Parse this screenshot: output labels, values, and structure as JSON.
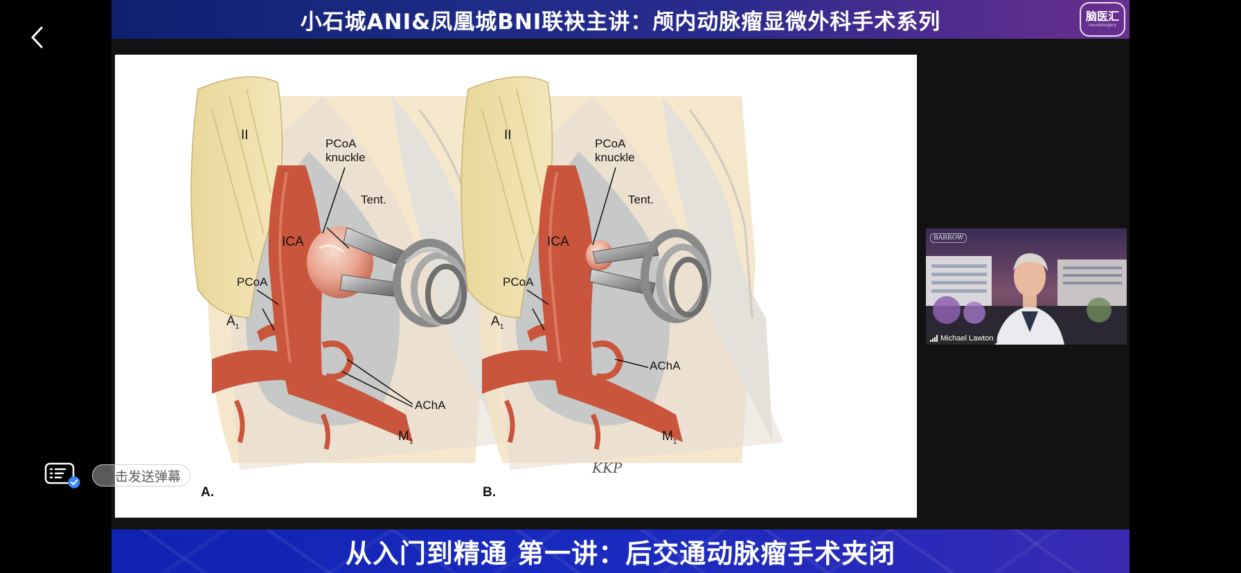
{
  "header": {
    "title": "小石城ANI&凤凰城BNI联袂主讲：颅内动脉瘤显微外科手术系列",
    "logo_main": "脑医汇",
    "logo_sub": "neurosurgery"
  },
  "slide": {
    "panel_a": {
      "letter": "A.",
      "labels": {
        "nerve": "II",
        "pcoa_knuckle_1": "PCoA",
        "pcoa_knuckle_2": "knuckle",
        "tent": "Tent.",
        "ica": "ICA",
        "pcoa": "PCoA",
        "a1": "A",
        "a1_sub": "1",
        "acha": "AChA",
        "m1": "M",
        "m1_sub": "1"
      }
    },
    "panel_b": {
      "letter": "B.",
      "labels": {
        "nerve": "II",
        "pcoa_knuckle_1": "PCoA",
        "pcoa_knuckle_2": "knuckle",
        "tent": "Tent.",
        "ica": "ICA",
        "pcoa": "PCoA",
        "a1": "A",
        "a1_sub": "1",
        "acha": "AChA",
        "m1": "M",
        "m1_sub": "1"
      },
      "artist": "KKP"
    }
  },
  "webcam": {
    "speaker_name": "Michael Lawton",
    "background_logo": "BARROW"
  },
  "subtitle": {
    "text": "从入门到精通 第一讲：后交通动脉瘤手术夹闭"
  },
  "danmaku": {
    "placeholder": "点击发送弹幕"
  },
  "colors": {
    "title_bar_start": "#101f6e",
    "title_bar_end": "#6a2e8e",
    "subtitle_bar": "#1a2bc0",
    "artery": "#c9553c",
    "player_bg": "#121212"
  }
}
